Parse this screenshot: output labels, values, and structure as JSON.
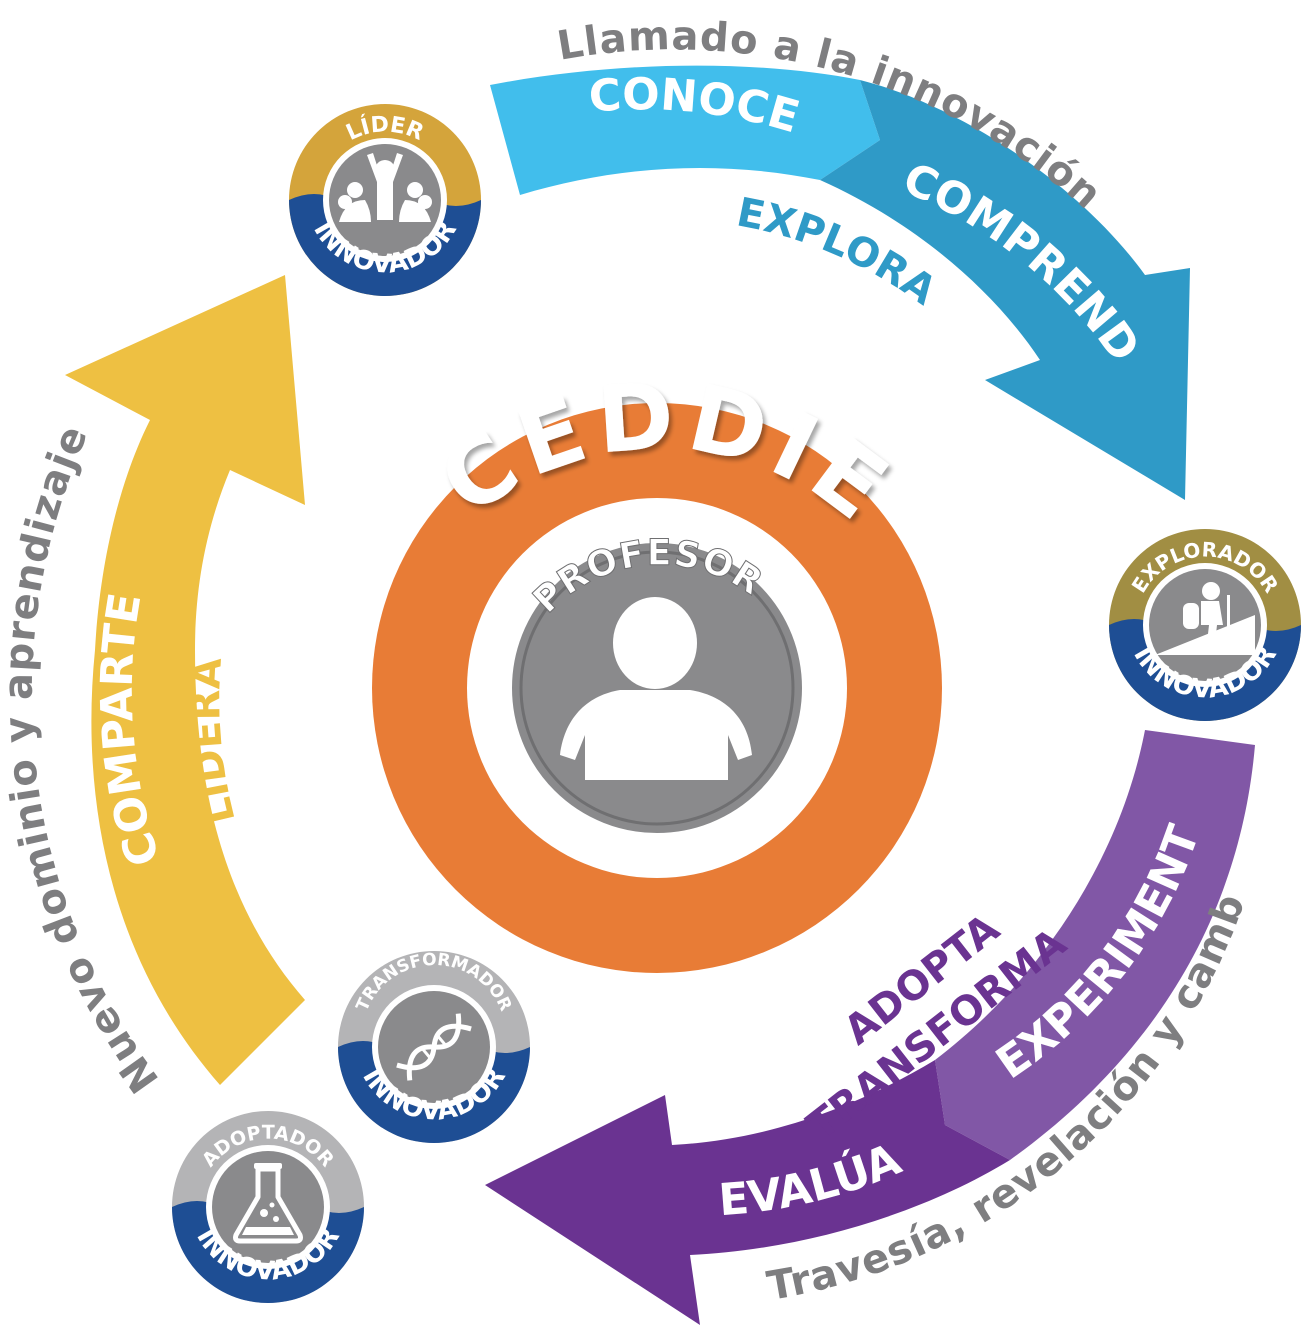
{
  "center": {
    "title": "CEDDIE",
    "role": "PROFESOR"
  },
  "phases": {
    "top": {
      "caption": "Llamado a la innovación",
      "steps": [
        "CONOCE",
        "COMPRENDE"
      ],
      "inner": "EXPLORA"
    },
    "bottom": {
      "caption": "Travesía, revelación y cambio",
      "steps": [
        "EXPERIMENTA",
        "EVALÚA"
      ],
      "inner_1": "ADOPTA",
      "inner_2": "TRANSFORMA"
    },
    "left": {
      "caption": "Nuevo dominio y aprendizajes",
      "step": "COMPARTE",
      "inner": "LIDERA"
    }
  },
  "badges": {
    "lider": {
      "top": "LÍDER",
      "bottom": "INNOVADOR",
      "icon": "group-leader-icon"
    },
    "explorador": {
      "top": "EXPLORADOR",
      "bottom": "INNOVADOR",
      "icon": "hiker-icon"
    },
    "transformador": {
      "top": "TRANSFORMADOR",
      "bottom": "INNOVADOR",
      "icon": "dna-icon"
    },
    "adoptador": {
      "top": "ADOPTADOR",
      "bottom": "INNOVADOR",
      "icon": "flask-icon"
    }
  },
  "colors": {
    "orange": "#E87C36",
    "gray": "#8A8A8C",
    "caption_gray": "#7E7E80",
    "light_blue": "#41BEEC",
    "teal_blue": "#2F9AC7",
    "purple_light": "#8157A6",
    "purple_dark": "#6A3391",
    "yellow": "#EEC042",
    "navy": "#1E4E94",
    "gold": "#D4A43B",
    "olive": "#A18E43",
    "silver": "#B4B4B6"
  }
}
